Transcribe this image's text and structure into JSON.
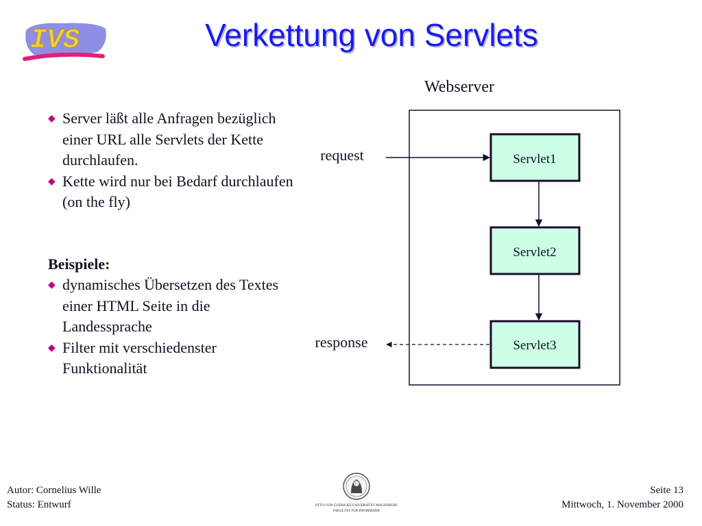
{
  "slide": {
    "logo_text": "IVS",
    "title": "Verkettung von Servlets"
  },
  "bullets": [
    "Server läßt alle Anfragen bezüglich einer URL alle Servlets der Kette durchlaufen.",
    "Kette wird nur bei Bedarf durchlaufen (on the fly)"
  ],
  "examples": {
    "heading": "Beispiele:",
    "items": [
      "dynamisches Übersetzen des Textes einer HTML Seite in die Landessprache",
      "Filter mit verschiedenster Funktionalität"
    ]
  },
  "diagram": {
    "container_label": "Webserver",
    "request_label": "request",
    "response_label": "response",
    "servlets": [
      "Servlet1",
      "Servlet2",
      "Servlet3"
    ]
  },
  "footer": {
    "author": "Autor: Cornelius Wille",
    "status": "Status: Entwurf",
    "page": "Seite 13",
    "date": "Mittwoch, 1. November 2000",
    "university": "OTTO-VON-GUERICKE-UNIVERSITÄT MAGDEBURG",
    "faculty": "FAKULTÄT FÜR INFORMATIK"
  },
  "colors": {
    "title": "#1a1aee",
    "bullet": "#c0008a",
    "box_fill": "#ccffe6",
    "box_border": "#1a0a2e",
    "logo_bg": "#7a7adf",
    "logo_text": "#f0d040",
    "logo_underline": "#e0207a"
  }
}
